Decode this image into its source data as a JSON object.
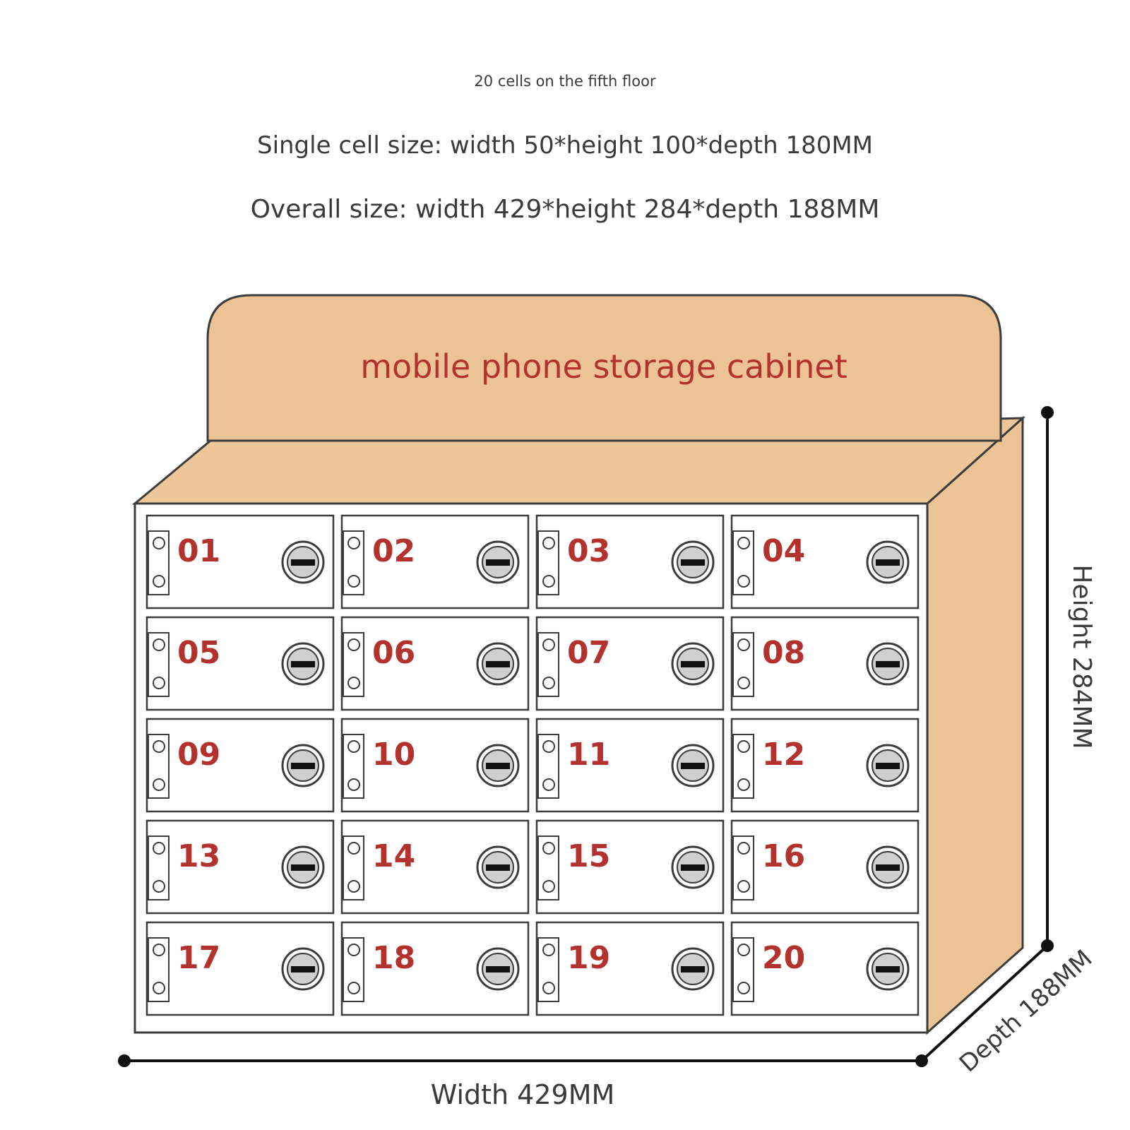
{
  "header": {
    "subtitle": "20 cells on the fifth floor",
    "single_cell_size": "Single cell size: width 50*height 100*depth 180MM",
    "overall_size": "Overall size: width 429*height 284*depth 188MM"
  },
  "cabinet": {
    "sign_text": "mobile phone storage cabinet",
    "rows": 5,
    "columns": 4,
    "cell_labels": [
      "01",
      "02",
      "03",
      "04",
      "05",
      "06",
      "07",
      "08",
      "09",
      "10",
      "11",
      "12",
      "13",
      "14",
      "15",
      "16",
      "17",
      "18",
      "19",
      "20"
    ]
  },
  "dimensions": {
    "width_label": "Width 429MM",
    "height_label": "Height 284MM",
    "depth_label": "Depth 188MM"
  },
  "colors": {
    "cabinet_side": "#ecc397",
    "cabinet_top": "#edc699",
    "cabinet_front": "#ffffff",
    "outline": "#3c3c3c",
    "number": "#b3322e",
    "caption": "#3a3a3a"
  }
}
